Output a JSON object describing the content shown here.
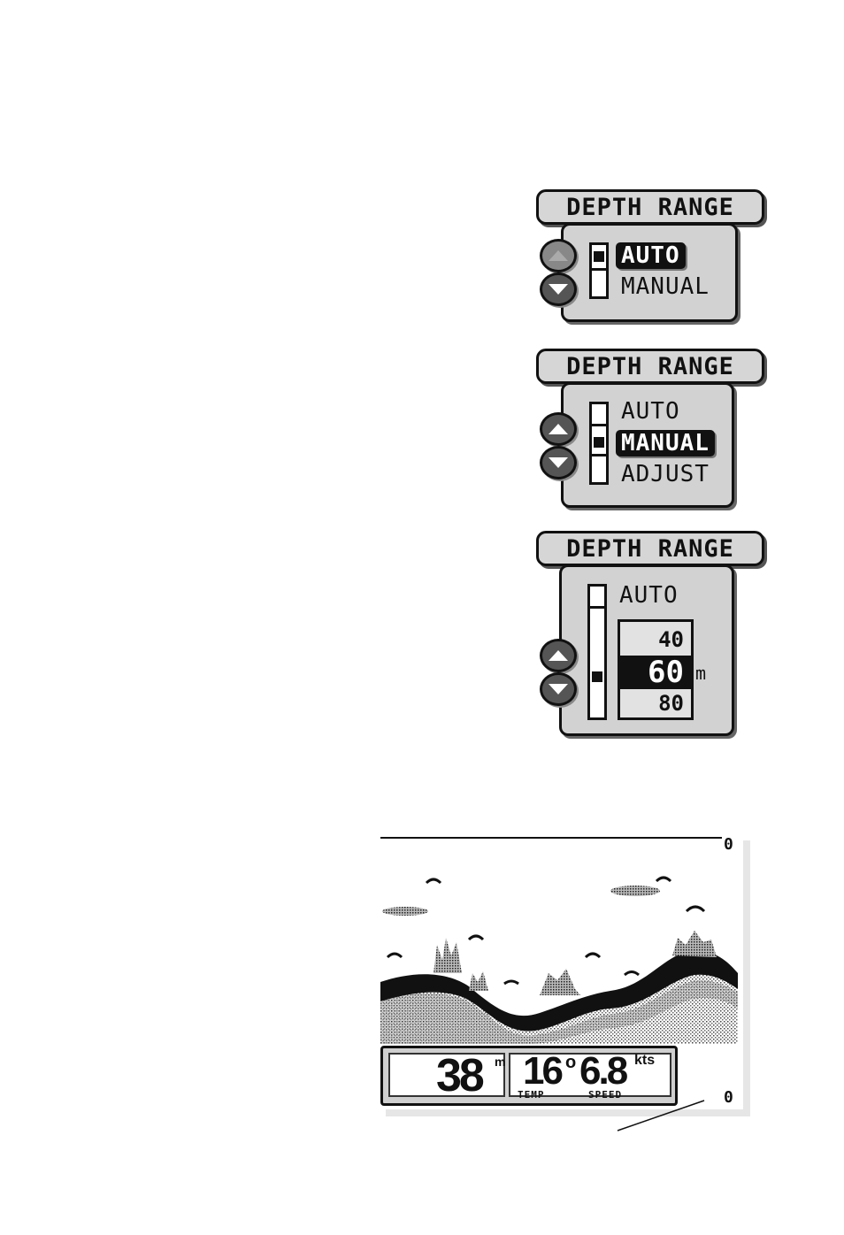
{
  "panels": [
    {
      "title": "DEPTH RANGE",
      "options": [
        "AUTO",
        "MANUAL"
      ],
      "selected": "AUTO"
    },
    {
      "title": "DEPTH RANGE",
      "options": [
        "AUTO",
        "MANUAL",
        "ADJUST"
      ],
      "selected": "MANUAL"
    },
    {
      "title": "DEPTH RANGE",
      "options": [
        "AUTO"
      ],
      "values": [
        "40",
        "60",
        "80"
      ],
      "selected_value": "60",
      "unit": "m"
    }
  ],
  "sonar": {
    "top_depth": "0",
    "bottom_depth": "0",
    "depth_value": "38",
    "depth_unit": "m",
    "temp_value": "16",
    "temp_unit": "o",
    "speed_value": "6.8",
    "speed_unit": "kts",
    "temp_label": "TEMP",
    "speed_label": "SPEED"
  }
}
